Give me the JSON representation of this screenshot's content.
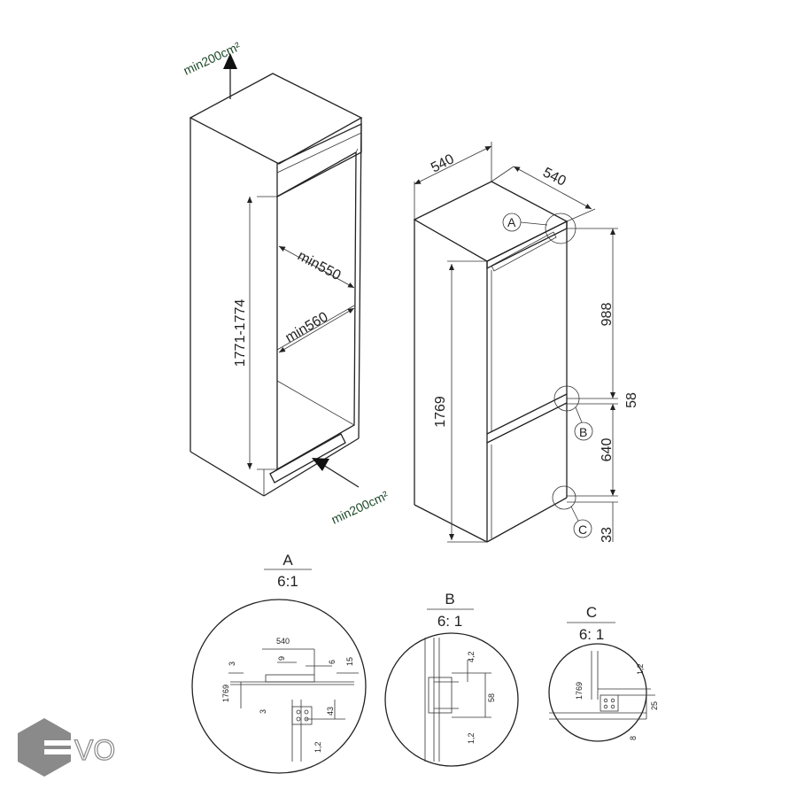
{
  "left_view": {
    "vent_top": "min200cm²",
    "vent_bottom": "min200cm²",
    "height_range": "1771-1774",
    "width_min": "min550",
    "depth_min": "min560"
  },
  "right_view": {
    "width": "540",
    "depth": "540",
    "height": "1769",
    "upper_door": "988",
    "gap": "58",
    "lower_door": "640",
    "base": "33",
    "callout_a": "A",
    "callout_b": "B",
    "callout_c": "C"
  },
  "detail_a": {
    "name": "A",
    "scale": "6:1",
    "dims": {
      "width": "540",
      "d9": "9",
      "d6": "6",
      "d15": "15",
      "d3a": "3",
      "d3b": "3",
      "h1769": "1769",
      "d43": "43",
      "d12": "1,2"
    }
  },
  "detail_b": {
    "name": "B",
    "scale": "6: 1",
    "dims": {
      "d42": "4,2",
      "d58": "58",
      "d12": "1,2"
    }
  },
  "detail_c": {
    "name": "C",
    "scale": "6: 1",
    "dims": {
      "d12": "1,2",
      "h1769": "1769",
      "d25": "25",
      "d8": "8"
    }
  },
  "logo": {
    "text": "VO"
  }
}
